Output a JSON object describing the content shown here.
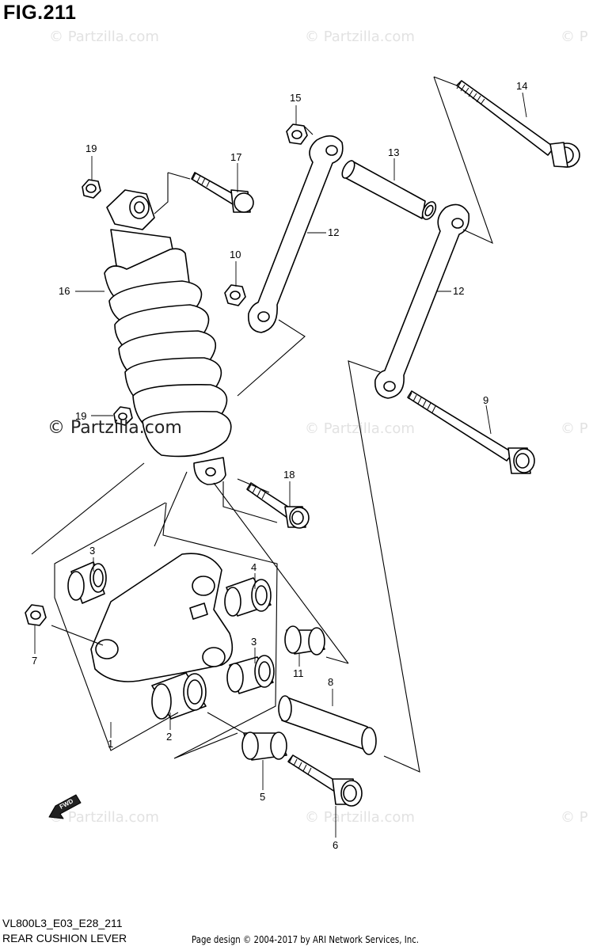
{
  "figure_title": "FIG.211",
  "watermark_text": "© Partzilla.com",
  "watermark_partial": "© P",
  "model_code": "VL800L3_E03_E28_211",
  "diagram_title": "REAR CUSHION LEVER",
  "credit": "Page design © 2004-2017 by ARI Network Services, Inc.",
  "fwd_label": "FWD",
  "callouts": {
    "c1": "1",
    "c2": "2",
    "c3a": "3",
    "c3b": "3",
    "c4": "4",
    "c5": "5",
    "c6": "6",
    "c7": "7",
    "c8": "8",
    "c9": "9",
    "c10": "10",
    "c11": "11",
    "c12a": "12",
    "c12b": "12",
    "c13": "13",
    "c14": "14",
    "c15": "15",
    "c16": "16",
    "c17": "17",
    "c18": "18",
    "c19a": "19",
    "c19b": "19"
  }
}
